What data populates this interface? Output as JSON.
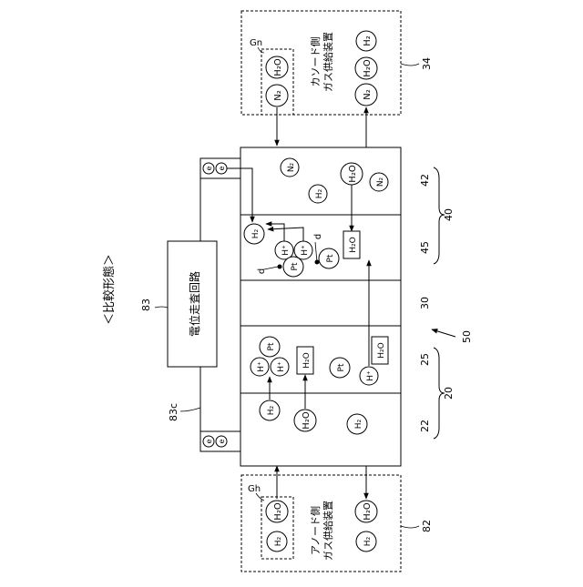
{
  "figure": {
    "heading": "＜比較形態＞",
    "circuit_label": "電位走査回路",
    "ref_circuit": "83",
    "ref_lead": "83c",
    "ref_cell": "50",
    "ref_cathode_supply": "34",
    "ref_anode_supply": "82",
    "ref_layer_42": "42",
    "ref_layer_45": "45",
    "ref_layer_30": "30",
    "ref_layer_25": "25",
    "ref_layer_22": "22",
    "ref_group_40": "40",
    "ref_group_20": "20",
    "gas_gn": "Gn",
    "gas_gh": "Gh",
    "cathode_supply_line1": "カソード側",
    "cathode_supply_line2": "ガス供給装置",
    "anode_supply_line1": "アノード側",
    "anode_supply_line2": "ガス供給装置",
    "electron": "e",
    "d_label": "d",
    "h2": "H₂",
    "h2o": "H₂O",
    "n2": "N₂",
    "pt": "Pt",
    "hplus": "H⁺"
  }
}
